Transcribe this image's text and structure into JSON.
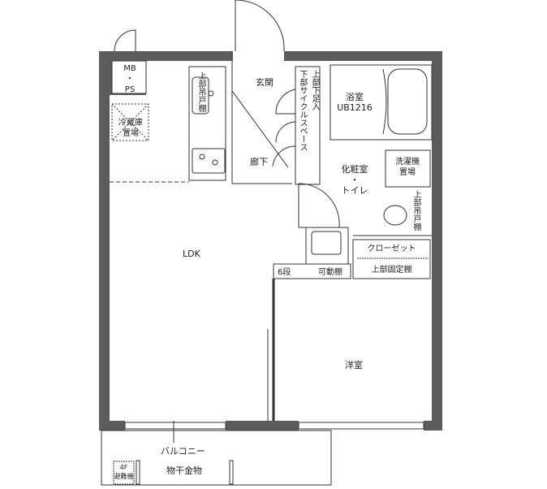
{
  "rooms": {
    "mb_ps": [
      "MB",
      "・",
      "PS"
    ],
    "fridge": [
      "冷蔵庫",
      "置場"
    ],
    "kitchen_cabinet": "上部吊戸棚",
    "entrance": "玄関",
    "shoe_storage": [
      "上部下足入",
      "下部サイクルスペース"
    ],
    "hallway": "廊下",
    "bath": [
      "浴室",
      "UB1216"
    ],
    "toilet": [
      "化粧室",
      "・",
      "トイレ"
    ],
    "washer": [
      "洗濯機",
      "置場"
    ],
    "toilet_cabinet": "上部吊戸棚",
    "closet": "クローゼット",
    "closet_shelf": "上部固定棚",
    "shelf_left": "6段",
    "shelf_right": "可動棚",
    "ldk": "LDK",
    "western_room": "洋室",
    "balcony": "バルコニー",
    "drying_hardware": "物干金物",
    "floor_hatch": [
      "4F",
      "避難機"
    ]
  },
  "colors": {
    "wall": "#5c5c5c",
    "line": "#333333"
  }
}
